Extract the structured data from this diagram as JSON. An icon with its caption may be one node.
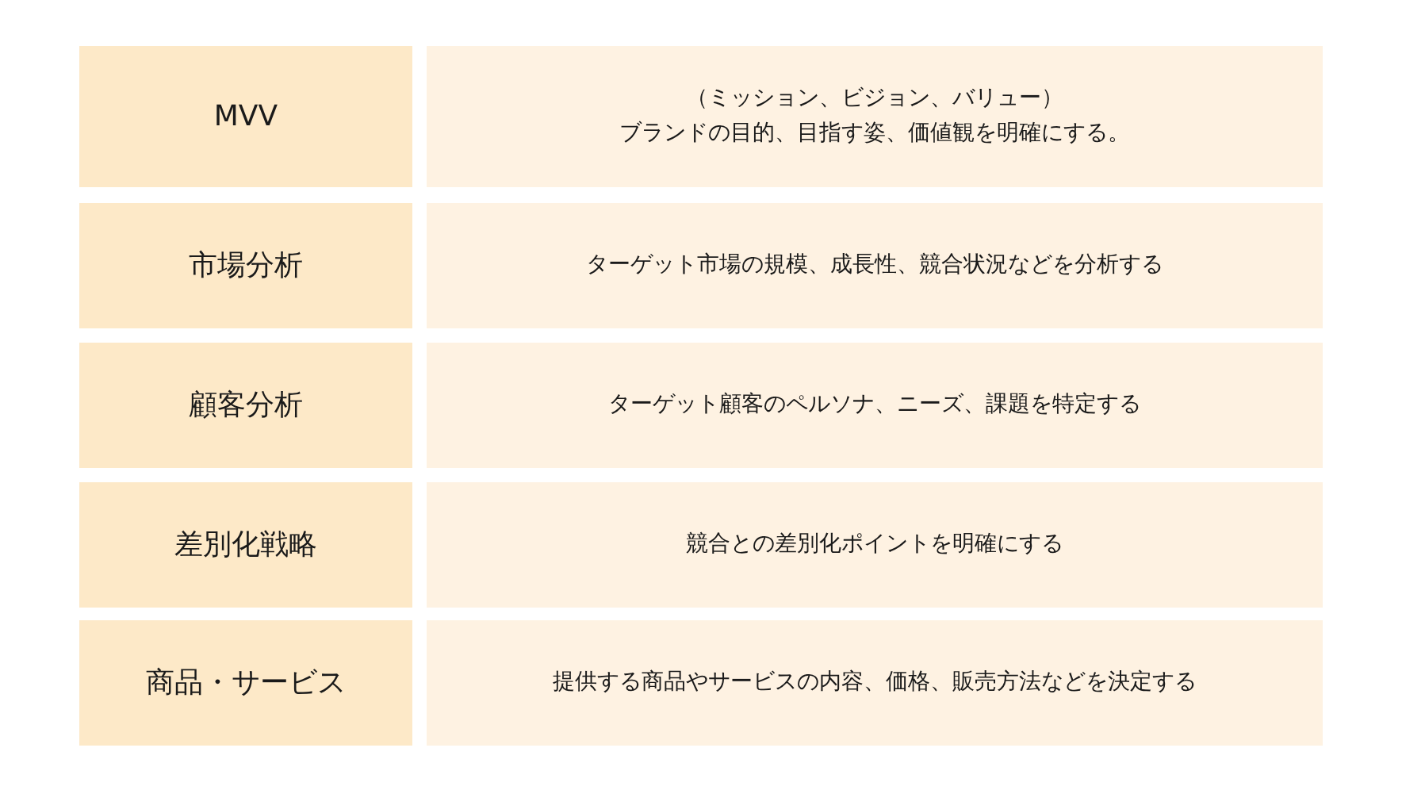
{
  "diagram": {
    "nodes": [
      {
        "text": [
          "MVV"
        ]
      },
      {
        "text": [
          "（ミッション、ビジョン、バリュー）",
          "ブランドの目的、目指す姿、価値観を明確にする。"
        ]
      },
      {
        "text": [
          "市場分析"
        ]
      },
      {
        "text": [
          "ターゲット市場の規模、成長性、競合状況などを分析する"
        ]
      },
      {
        "text": [
          "顧客分析"
        ]
      },
      {
        "text": [
          "ターゲット顧客のペルソナ、ニーズ、課題を特定する"
        ]
      },
      {
        "text": [
          "差別化戦略"
        ]
      },
      {
        "text": [
          "競合との差別化ポイントを明確にする"
        ]
      },
      {
        "text": [
          "商品・サービス"
        ]
      },
      {
        "text": [
          "提供する商品やサービスの内容、価格、販売方法などを決定する"
        ]
      }
    ]
  }
}
